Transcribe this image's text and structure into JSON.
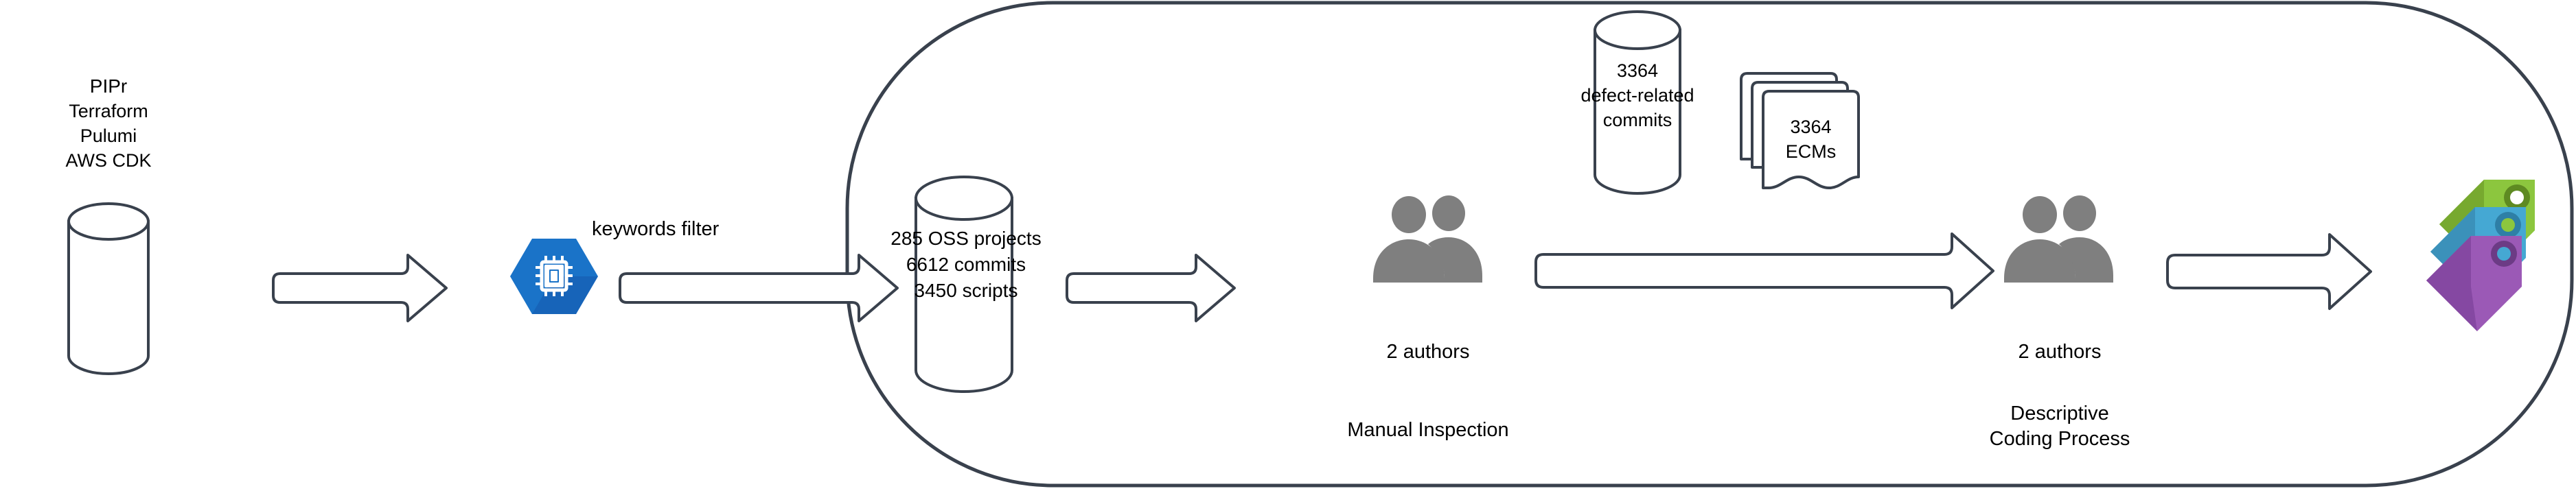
{
  "diagram": {
    "title_visible": false,
    "colors": {
      "stroke": "#39414d",
      "person_fill": "#7f7f7f",
      "hex_blue": "#1a73c8",
      "hex_blue_dark": "#1558ad",
      "tag_green": "#8cc63e",
      "tag_green_dark": "#77a92f",
      "tag_blue": "#45a8d3",
      "tag_blue_dark": "#3b91ba",
      "tag_purple": "#9b59b6",
      "tag_purple_dark": "#8548a2",
      "background": "#ffffff",
      "text": "#000000"
    }
  },
  "source_database": {
    "name": "pipr-database",
    "caption": "PIPr",
    "lines": [
      "Terraform",
      "Pulumi",
      "AWS CDK"
    ]
  },
  "processor": {
    "name": "chip-processor",
    "icon": "cpu-chip-hexagon-icon"
  },
  "filter": {
    "label": "keywords filter"
  },
  "dataset_database": {
    "name": "collected-dataset",
    "lines": [
      "285 OSS projects",
      "6612 commits",
      "3450 scripts"
    ]
  },
  "manual_inspection": {
    "authors_label": "2 authors",
    "stage_label": "Manual Inspection",
    "icon": "two-people-icon"
  },
  "defect_database": {
    "lines": [
      "3364",
      "defect-related",
      "commits"
    ]
  },
  "ecm_documents": {
    "lines": [
      "3364",
      "ECMs"
    ]
  },
  "descriptive_coding": {
    "authors_label": "2 authors",
    "stage_label_line1": "Descriptive",
    "stage_label_line2": "Coding Process",
    "icon": "two-people-icon"
  },
  "output_tags": {
    "name": "taxonomy-tags",
    "icon": "price-tags-icon"
  },
  "arrows": [
    {
      "name": "arrow-pipr-to-processor"
    },
    {
      "name": "arrow-processor-to-dataset"
    },
    {
      "name": "arrow-dataset-to-inspection"
    },
    {
      "name": "arrow-inspection-to-coding"
    },
    {
      "name": "arrow-coding-to-tags"
    }
  ],
  "pipeline_container": {
    "name": "analysis-pipeline-container"
  }
}
